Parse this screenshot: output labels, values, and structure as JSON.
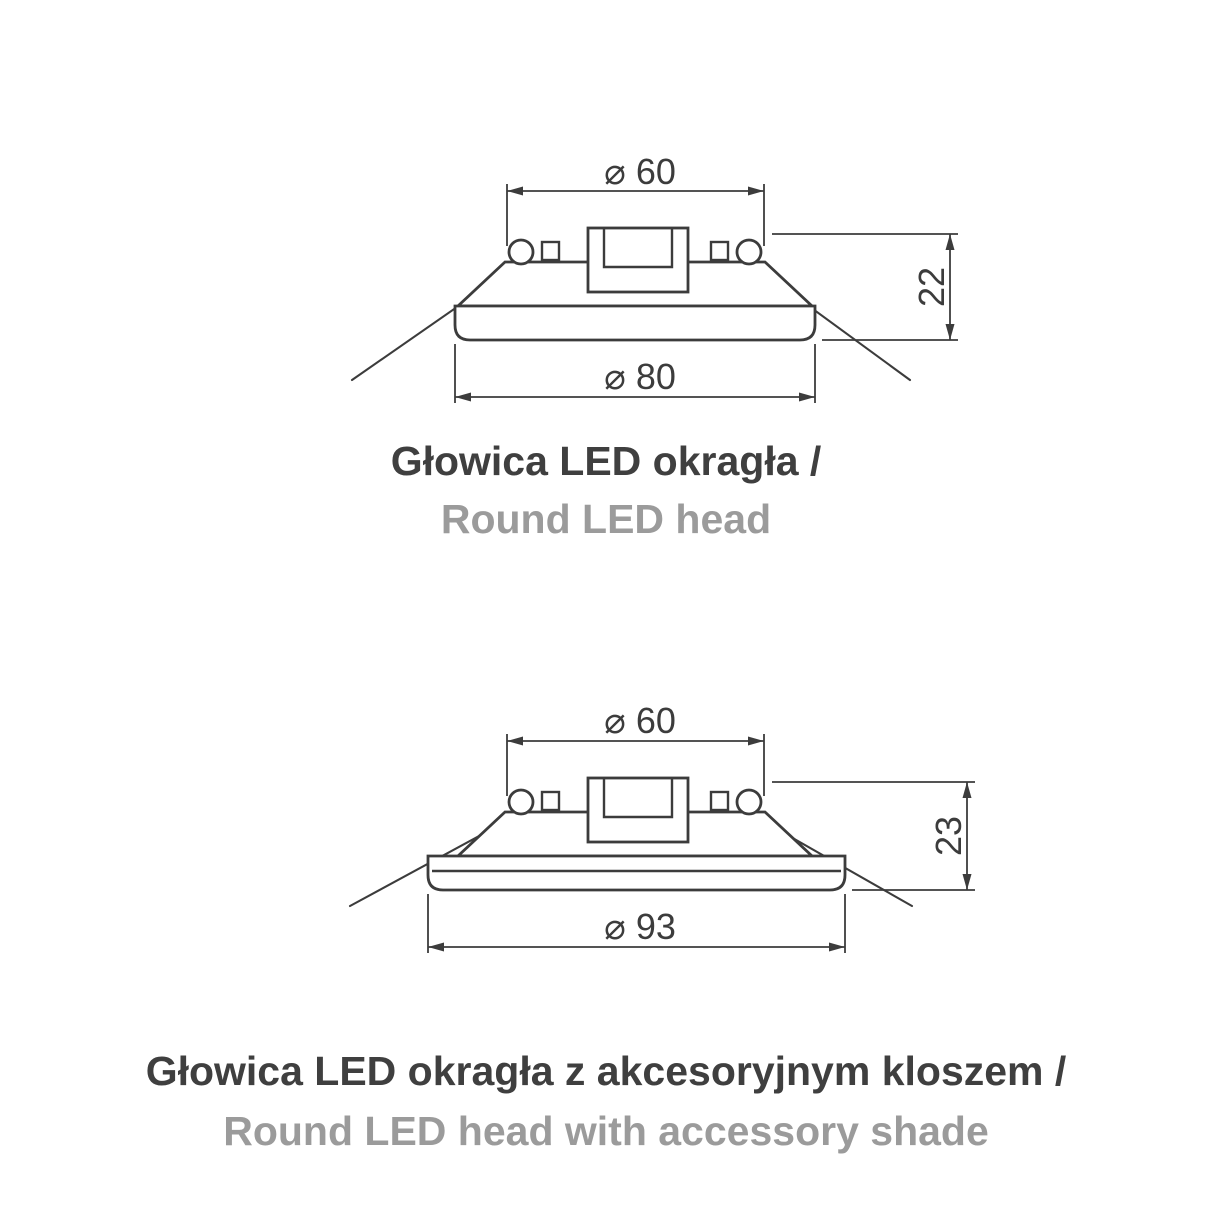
{
  "page": {
    "background": "#ffffff"
  },
  "colors": {
    "line": "#3c3c3c",
    "dim_text": "#3c3c3c",
    "caption_primary": "#3f3f3f",
    "caption_secondary": "#9b9b9b"
  },
  "figures": [
    {
      "id": "round-led-head",
      "dims": {
        "top_diameter": "⌀ 60",
        "bottom_diameter": "⌀ 80",
        "height": "22"
      },
      "caption": {
        "primary": "Głowica LED okragła /",
        "secondary": "Round LED head"
      }
    },
    {
      "id": "round-led-head-with-accessory-shade",
      "dims": {
        "top_diameter": "⌀ 60",
        "bottom_diameter": "⌀ 93",
        "height": "23"
      },
      "caption": {
        "primary": "Głowica LED okragła z akcesoryjnym kloszem /",
        "secondary": "Round LED head with accessory shade"
      }
    }
  ]
}
